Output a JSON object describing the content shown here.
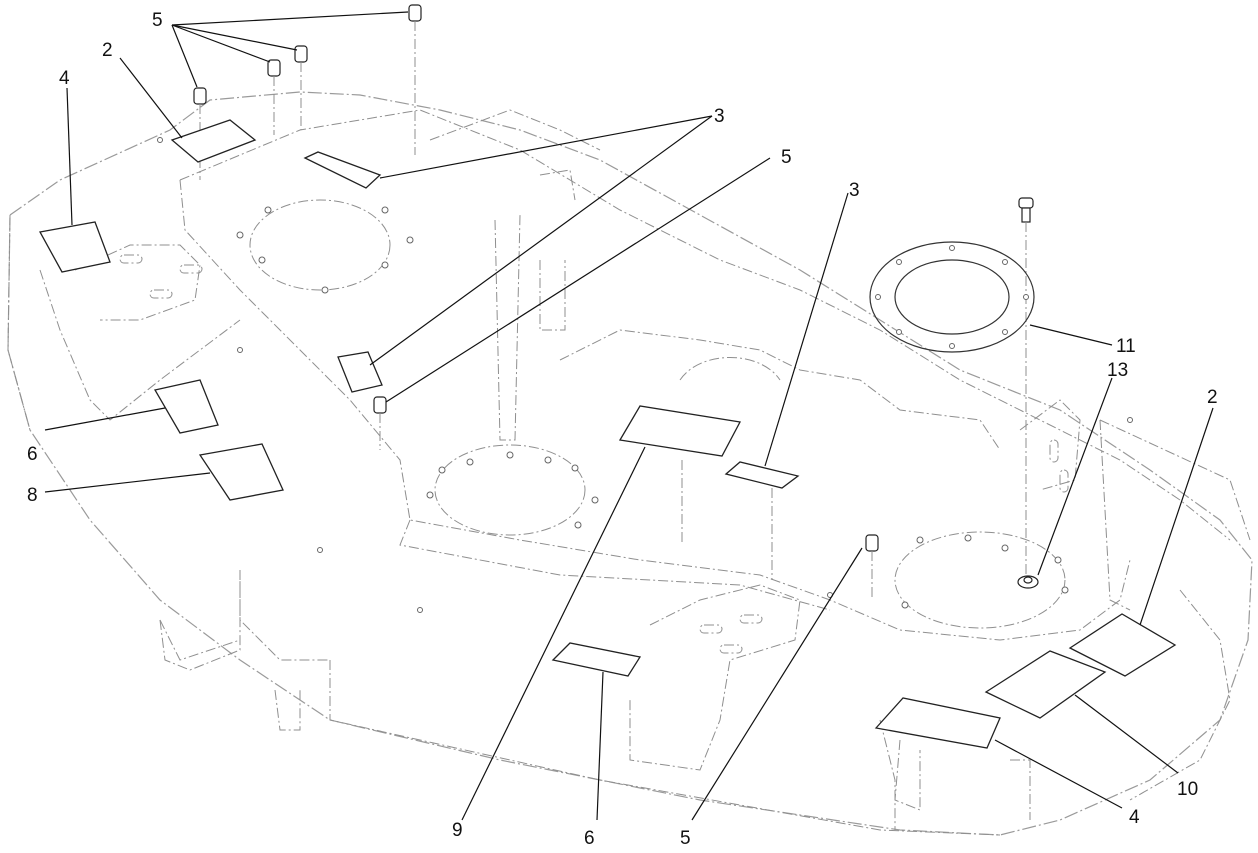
{
  "callouts": {
    "c1": "5",
    "c2": "2",
    "c3": "4",
    "c4": "3",
    "c5": "5",
    "c6": "3",
    "c7": "11",
    "c8": "13",
    "c9": "2",
    "c10": "6",
    "c11": "8",
    "c12": "9",
    "c13": "6",
    "c14": "5",
    "c15": "4",
    "c16": "10"
  }
}
